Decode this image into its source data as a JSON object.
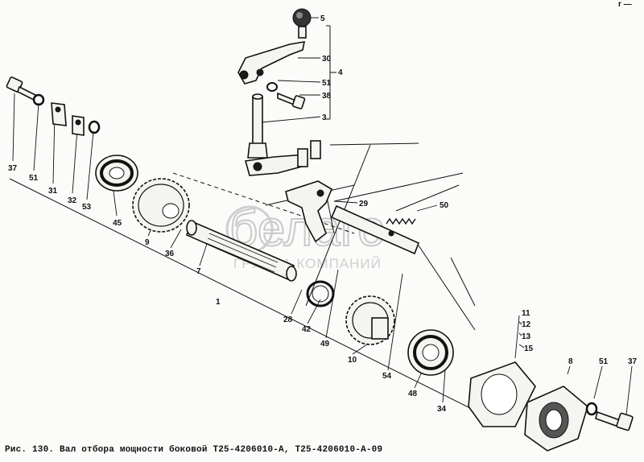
{
  "caption": "Рис. 130. Вал отбора мощности боковой Т25-4206010-А, Т25-4206010-А-09",
  "watermark": {
    "brand": "белаго",
    "subtitle": "ГРУППА КОМПАНИЙ"
  },
  "labels": {
    "l5": "5",
    "l30": "30",
    "l4": "4",
    "l51a": "51",
    "l38": "38",
    "l3": "3",
    "l37a": "37",
    "l51b": "51",
    "l31": "31",
    "l32": "32",
    "l53": "53",
    "l45": "45",
    "l9": "9",
    "l36": "36",
    "l7": "7",
    "l1": "1",
    "l29": "29",
    "l50": "50",
    "l28": "28",
    "l42": "42",
    "l49": "49",
    "l10": "10",
    "l54": "54",
    "l48": "48",
    "l34": "34",
    "l11": "11",
    "l12": "12",
    "l13": "13",
    "l15": "15",
    "l8": "8",
    "l51c": "51",
    "l37b": "37"
  },
  "corner_mark": "r —"
}
